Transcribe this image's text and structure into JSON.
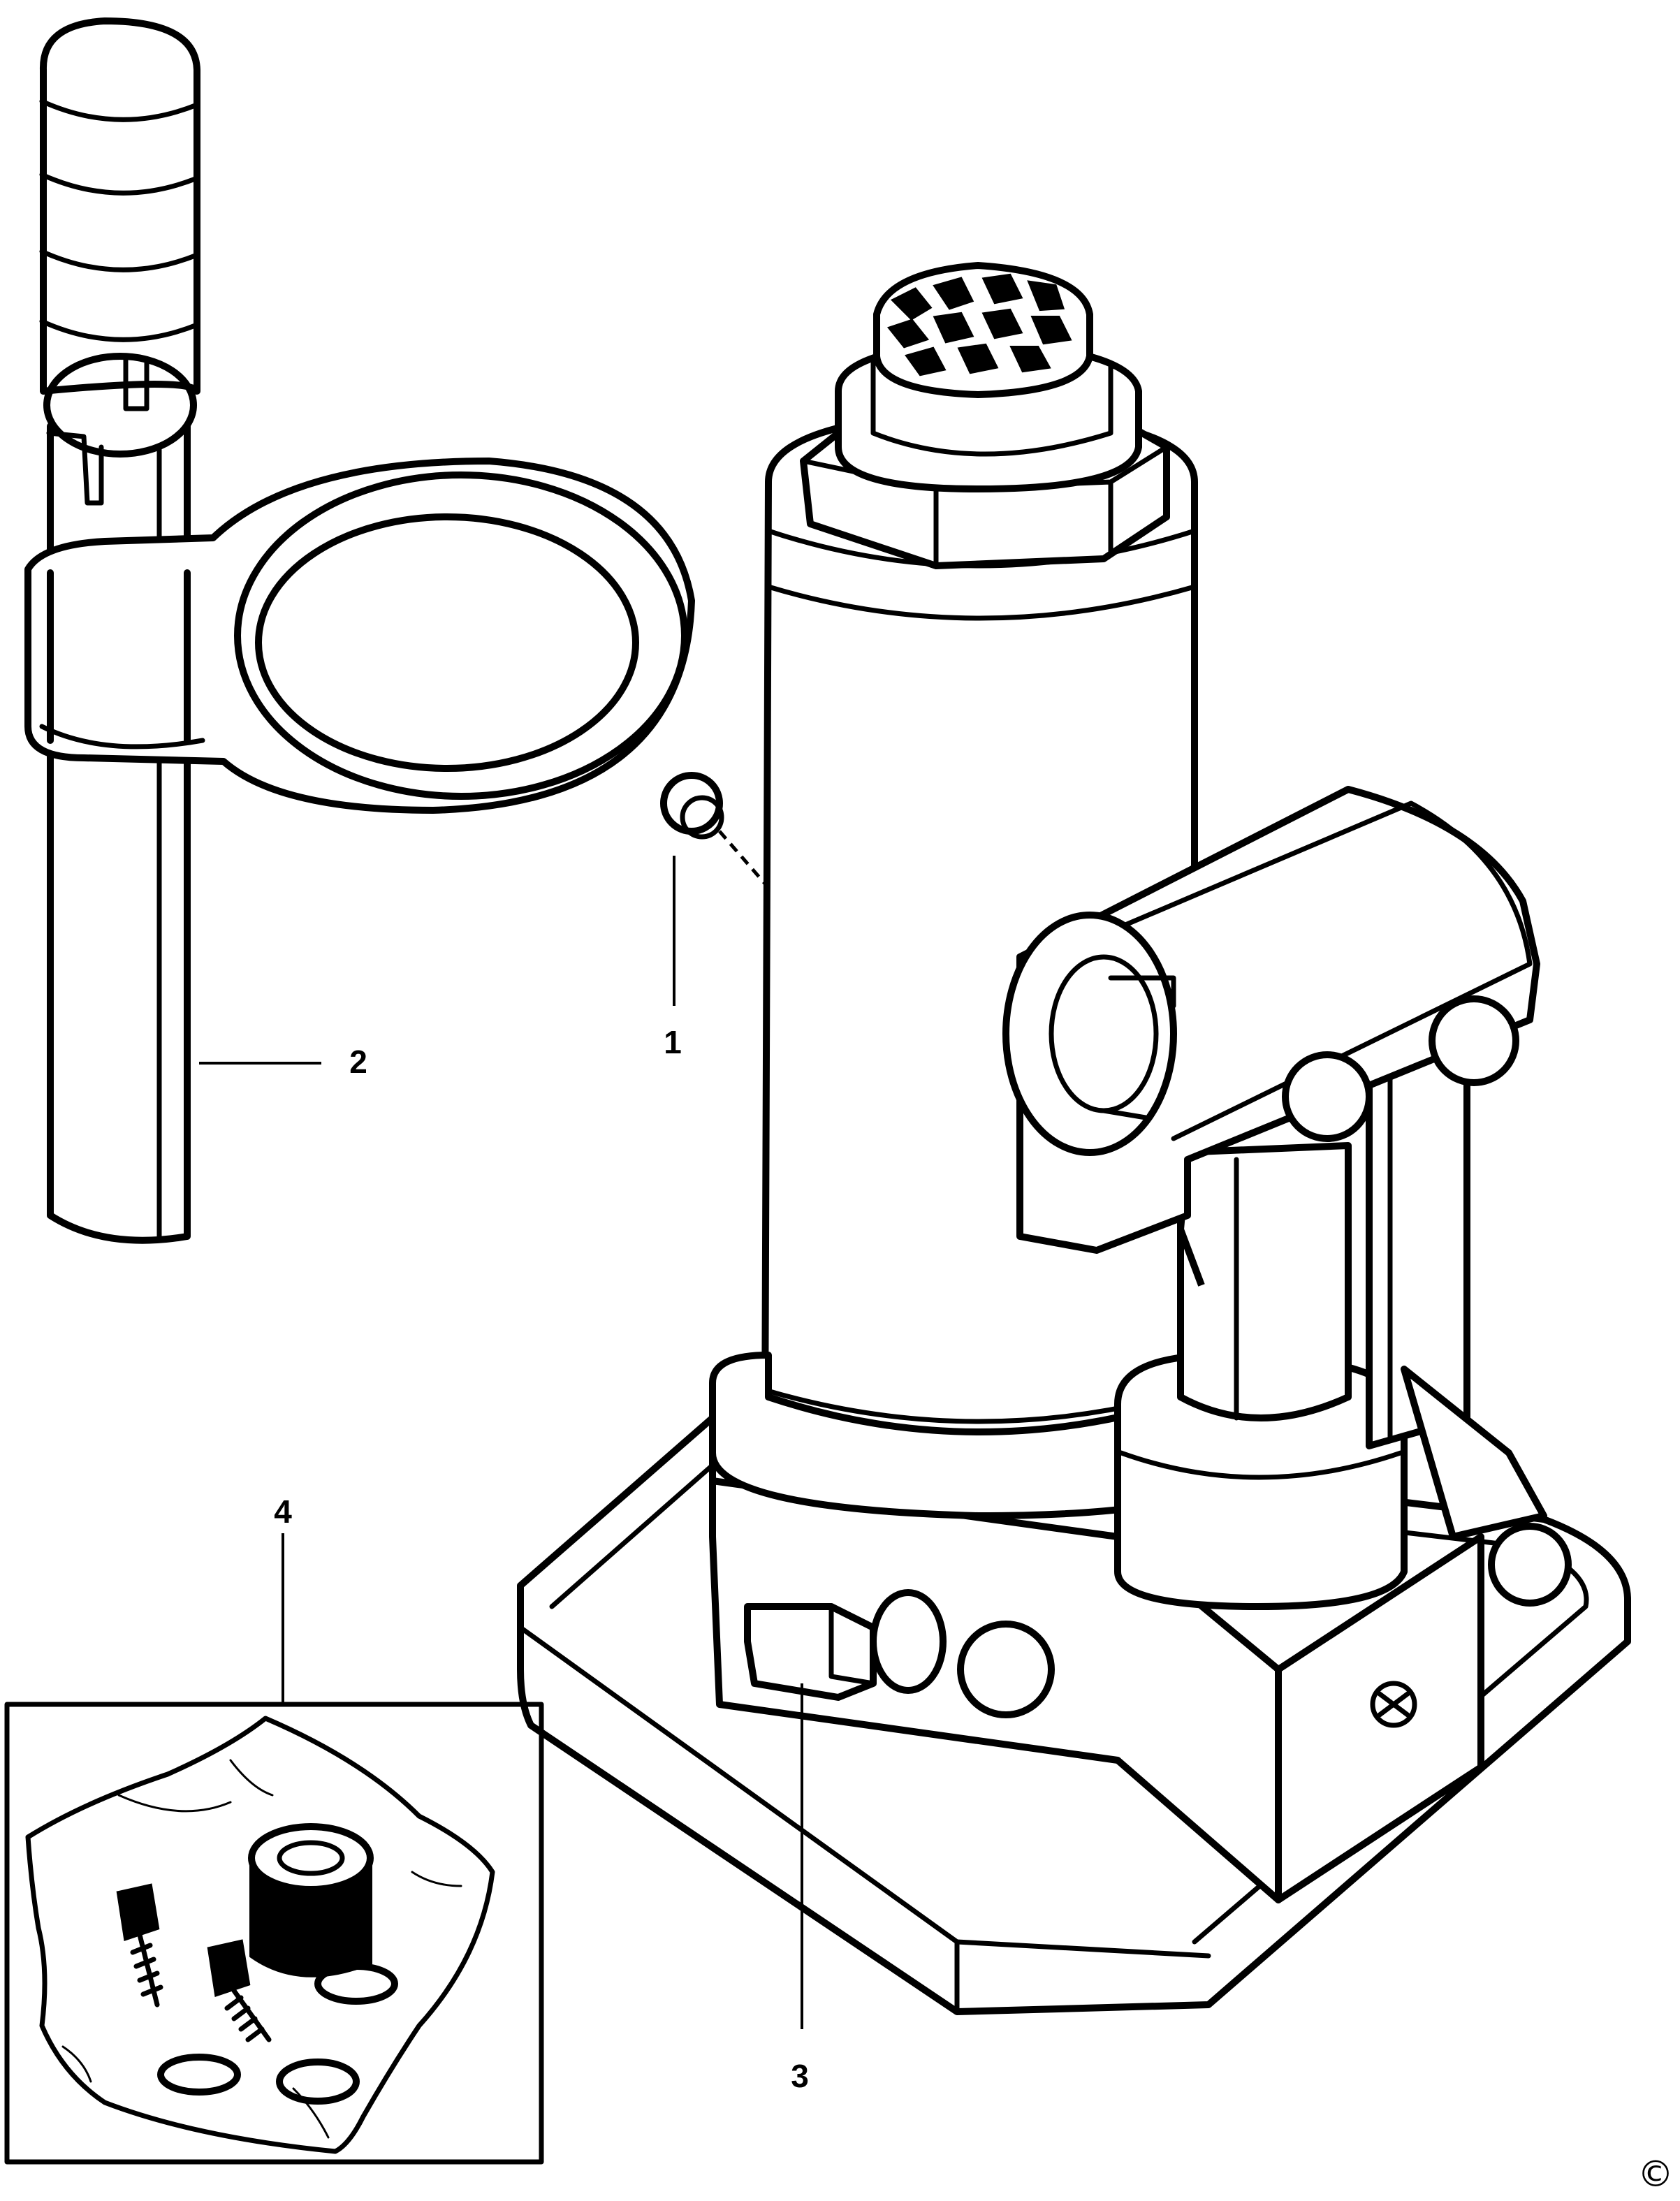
{
  "callouts": [
    {
      "id": "1",
      "label": "1"
    },
    {
      "id": "2",
      "label": "2"
    },
    {
      "id": "3",
      "label": "3"
    },
    {
      "id": "4",
      "label": "4"
    }
  ],
  "copyright": "©",
  "colors": {
    "line": "#000000",
    "background": "#ffffff"
  }
}
